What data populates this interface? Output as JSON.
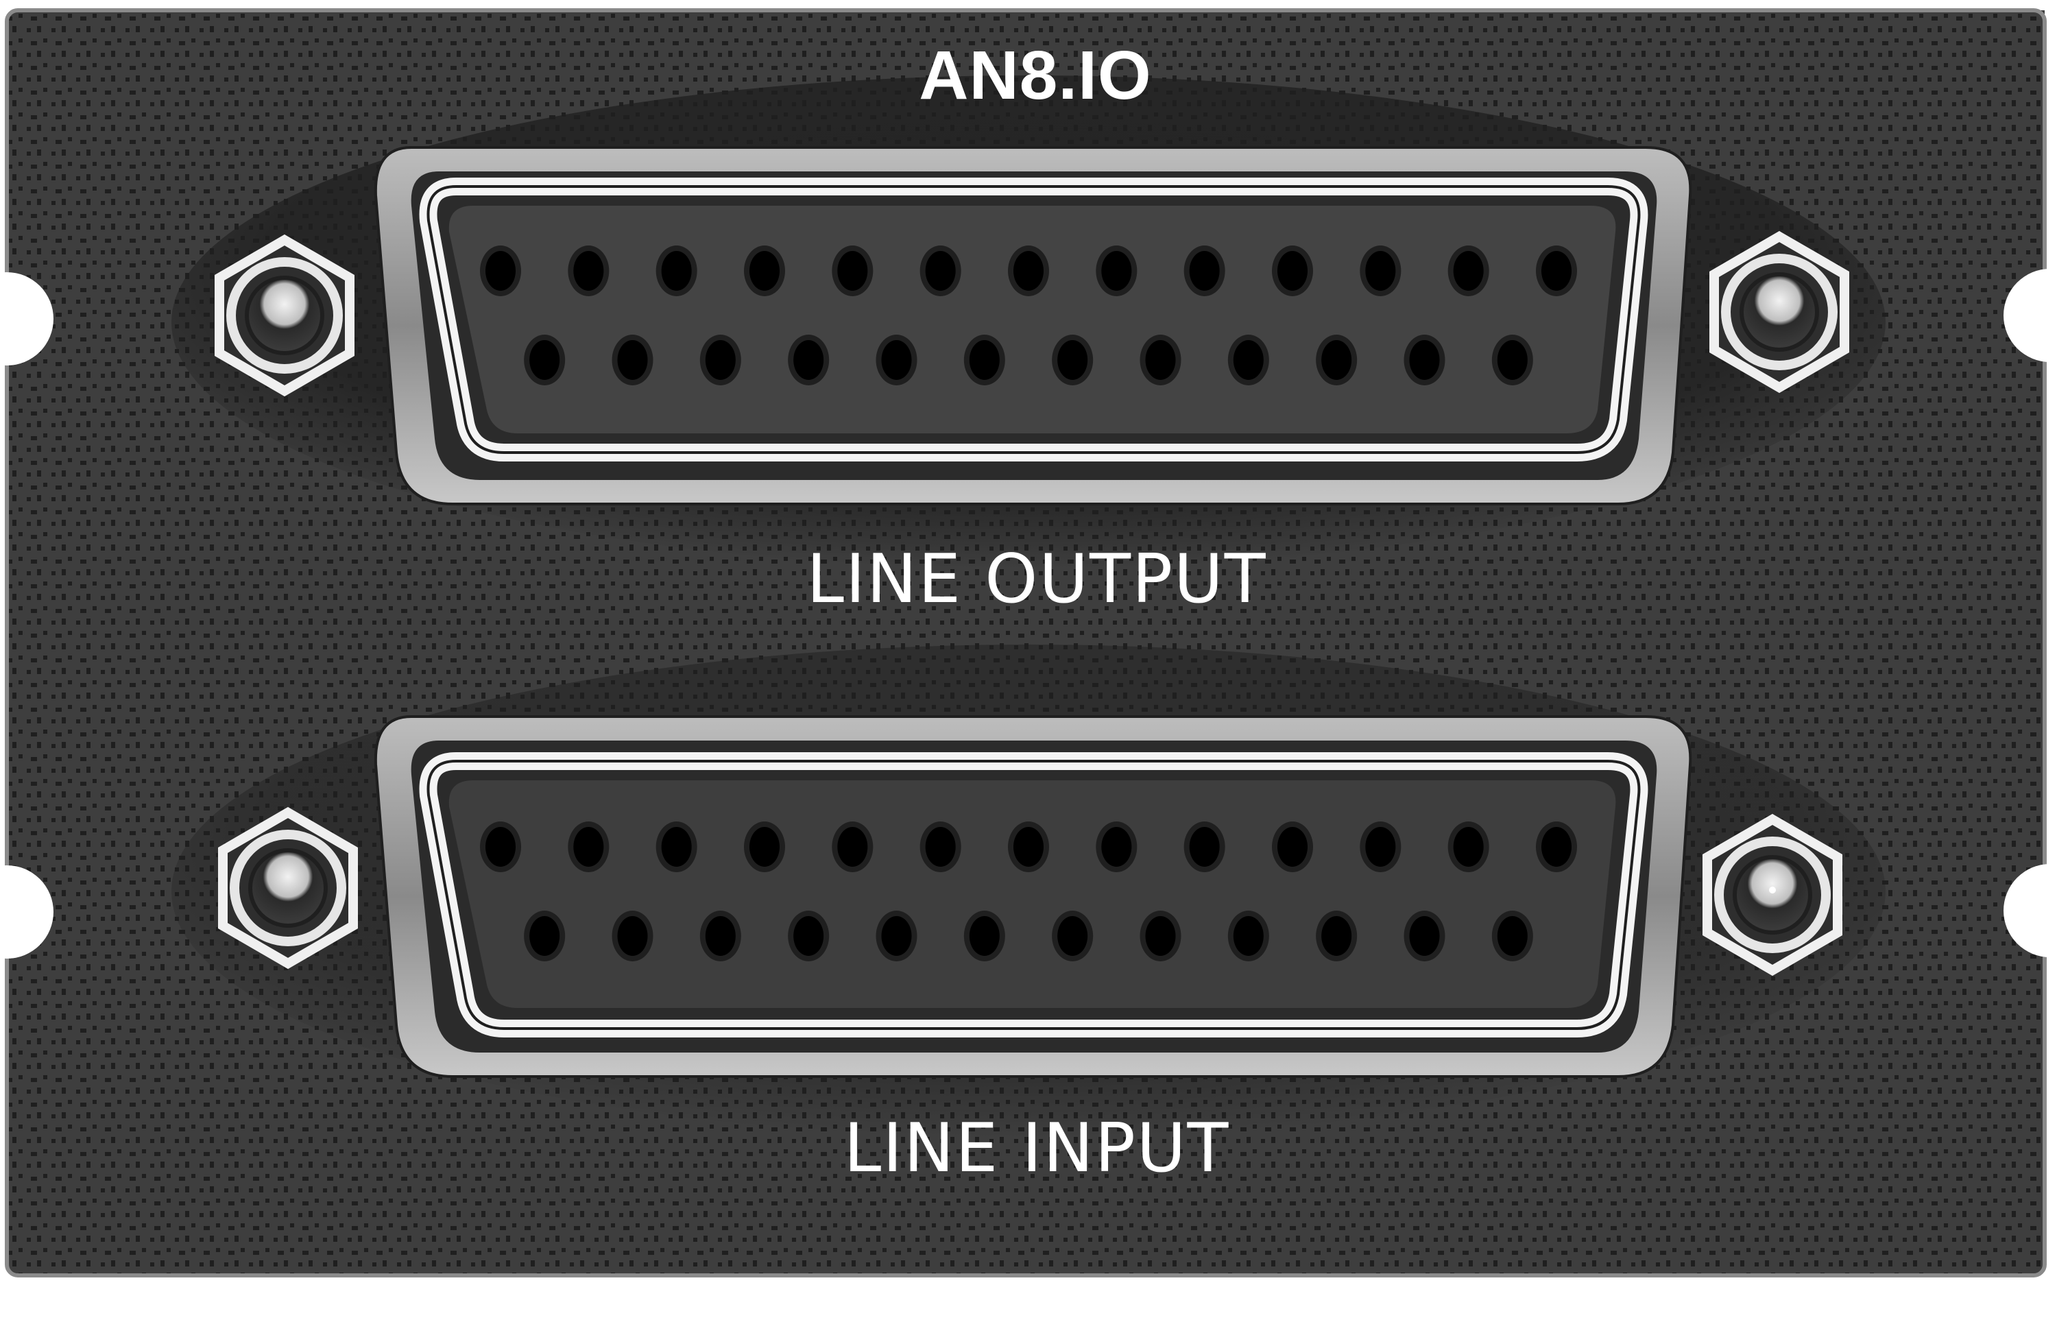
{
  "panel": {
    "model": "AN8.IO",
    "background_color": "#3e3e3e",
    "texture_color": "#1f1f1f",
    "metal_color": "#d9d9d9"
  },
  "connectors": [
    {
      "id": "line-output",
      "label": "LINE OUTPUT",
      "type": "DB-25 female",
      "pins_top_row": 13,
      "pins_bottom_row": 12
    },
    {
      "id": "line-input",
      "label": "LINE INPUT",
      "type": "DB-25 female",
      "pins_top_row": 13,
      "pins_bottom_row": 12
    }
  ]
}
